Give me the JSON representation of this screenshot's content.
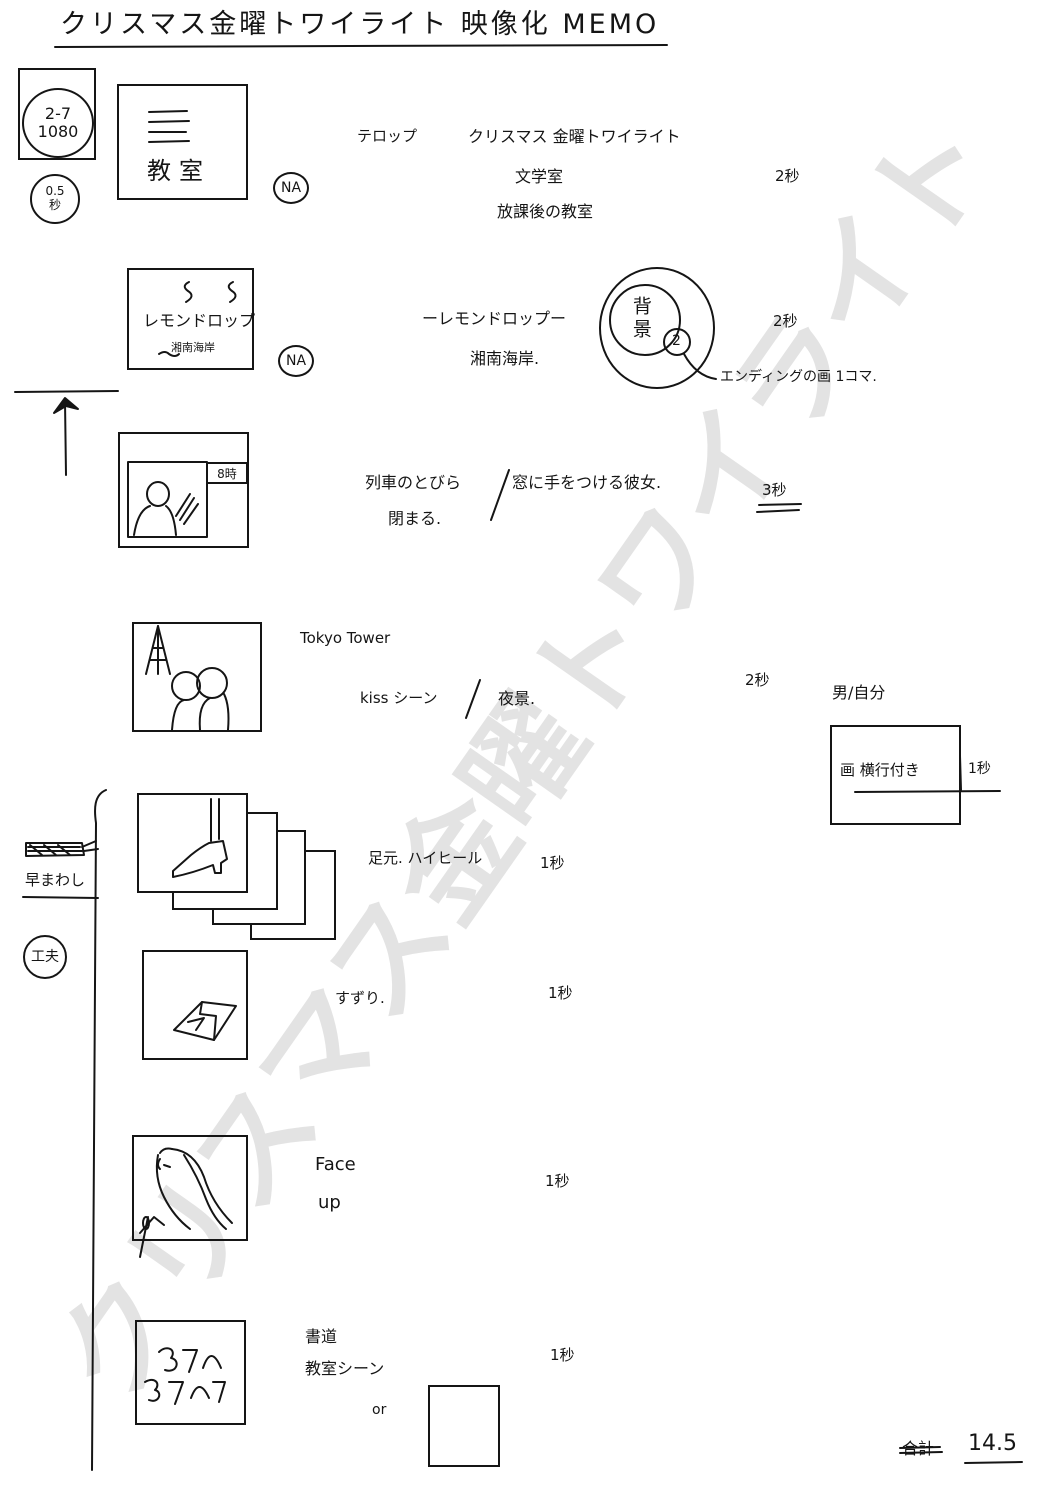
{
  "title": "クリスマス金曜トワイライト 映像化 MEMO",
  "watermark": "クリスマス金曜トワイライト",
  "spec": {
    "line1": "2-7",
    "line2": "1080",
    "interval_value": "0.5",
    "interval_unit": "秒"
  },
  "side_notes": {
    "fast_forward": "早まわし",
    "idea": "工夫"
  },
  "total": {
    "struck_label": "合計",
    "value": "14.5"
  },
  "scenes": [
    {
      "frame_label": "教室",
      "na": "NA",
      "telop": "テロップ",
      "notes": [
        "クリスマス 金曜トワイライト",
        "文学室",
        "放課後の教室"
      ],
      "duration": "2秒"
    },
    {
      "frame_label": "レモンドロップ",
      "frame_sublabel": "湘南海岸",
      "na": "NA",
      "notes": [
        "ーレモンドロップー",
        "湘南海岸."
      ],
      "background": {
        "label": "背景",
        "number": "2",
        "note": "エンディングの画 1コマ."
      },
      "duration": "2秒"
    },
    {
      "frame_tag": "8時",
      "notes": [
        "列車のとびら",
        "閉まる.",
        "窓に手をつける彼女."
      ],
      "duration": "3秒"
    },
    {
      "location": "Tokyo Tower",
      "notes": [
        "kiss シーン",
        "夜景."
      ],
      "duration": "2秒",
      "alt": {
        "heading": "男/自分",
        "caption": "画 横行付き",
        "duration": "1秒"
      }
    },
    {
      "notes": [
        "足元. ハイヒール"
      ],
      "duration": "1秒"
    },
    {
      "notes": [
        "すずり."
      ],
      "duration": "1秒"
    },
    {
      "notes": [
        "Face",
        "up"
      ],
      "duration": "1秒"
    },
    {
      "notes": [
        "書道",
        "教室シーン"
      ],
      "alt_label": "or",
      "duration": "1秒"
    }
  ]
}
